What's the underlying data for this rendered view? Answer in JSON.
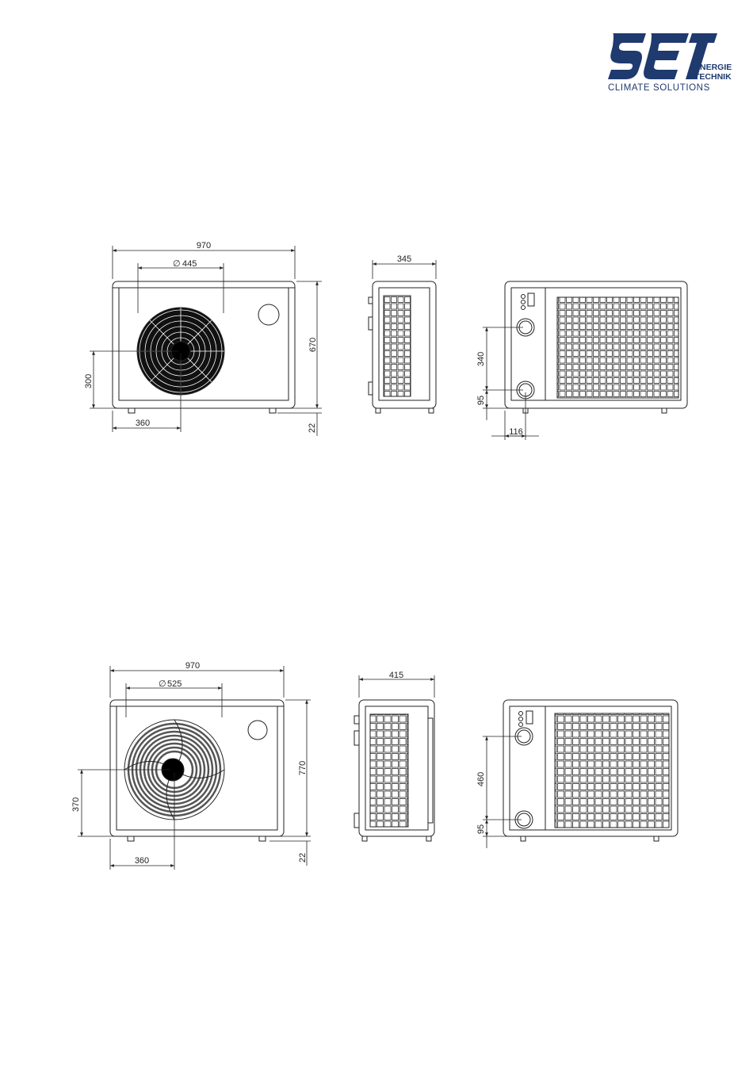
{
  "logo": {
    "brand": "set",
    "line1": "ENERGIE",
    "line2": "TECHNIK",
    "tagline": "CLIMATE SOLUTIONS",
    "color": "#1e3a6e"
  },
  "units": [
    {
      "front": {
        "width": "970",
        "fan_diameter": "445",
        "height": "670",
        "fan_height": "300",
        "fan_offset": "360",
        "foot": "22"
      },
      "side": {
        "depth": "345"
      },
      "back": {
        "inlet_height": "340",
        "outlet_height": "95",
        "pipe_offset": "116"
      }
    },
    {
      "front": {
        "width": "970",
        "fan_diameter": "525",
        "height": "770",
        "fan_height": "370",
        "fan_offset": "360",
        "foot": "22"
      },
      "side": {
        "depth": "415"
      },
      "back": {
        "inlet_height": "460",
        "outlet_height": "95"
      }
    }
  ]
}
